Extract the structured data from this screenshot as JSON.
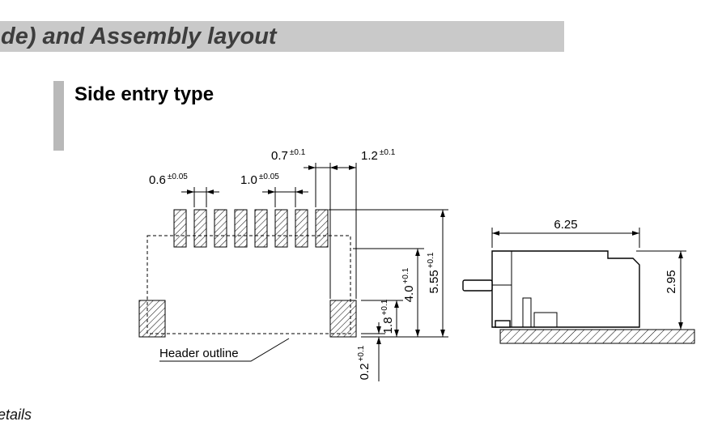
{
  "header": {
    "title": "de) and Assembly layout"
  },
  "section": {
    "title": "Side entry type"
  },
  "footer": {
    "text": "etails"
  },
  "pad_layout": {
    "header_outline_label": "Header outline",
    "dims": {
      "pad_width": {
        "v": "0.6",
        "t": "±0.05"
      },
      "pitch": {
        "v": "1.0",
        "t": "±0.05"
      },
      "gap": {
        "v": "0.7",
        "t": "±0.1"
      },
      "end_pad_width": {
        "v": "1.2",
        "t": "±0.1"
      },
      "total_height": {
        "v": "5.55",
        "t": "+0.1"
      },
      "row_height": {
        "v": "4.0",
        "t": "+0.1"
      },
      "end_pad_height": {
        "v": "1.8",
        "t": "+0.1"
      },
      "outline_offset": {
        "v": "0.2",
        "t": "+0.1"
      }
    }
  },
  "side_view": {
    "dims": {
      "width": {
        "v": "6.25"
      },
      "height": {
        "v": "2.95"
      }
    }
  }
}
